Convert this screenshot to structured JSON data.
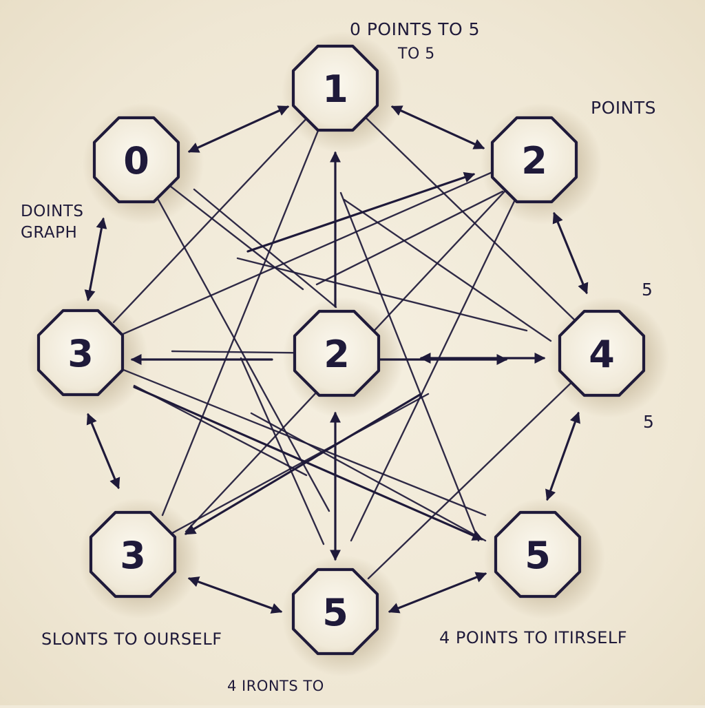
{
  "nodes": [
    {
      "id": "n0",
      "label": "0"
    },
    {
      "id": "n1",
      "label": "1"
    },
    {
      "id": "n2a",
      "label": "2"
    },
    {
      "id": "n2b",
      "label": "2"
    },
    {
      "id": "n4",
      "label": "4"
    },
    {
      "id": "n3a",
      "label": "3"
    },
    {
      "id": "n3b",
      "label": "3"
    },
    {
      "id": "n5a",
      "label": "5"
    },
    {
      "id": "n5b",
      "label": "5"
    }
  ],
  "annotations": {
    "top_line1": "0 POINTS TO 5",
    "top_line2": "TO 5",
    "points": "POINTS",
    "doints_line1": "DOINTS",
    "doints_line2": "GRAPH",
    "right_5_upper": "5",
    "right_5_lower": "5",
    "slonts": "SLONTS TO OURSELF",
    "four_points": "4 POINTS TO ITIRSELF",
    "four_ironts": "4 IRONTS TO"
  },
  "colors": {
    "ink": "#1f1a3a",
    "node_fill": "#f6f1e4",
    "paper": "#f1ead9"
  }
}
